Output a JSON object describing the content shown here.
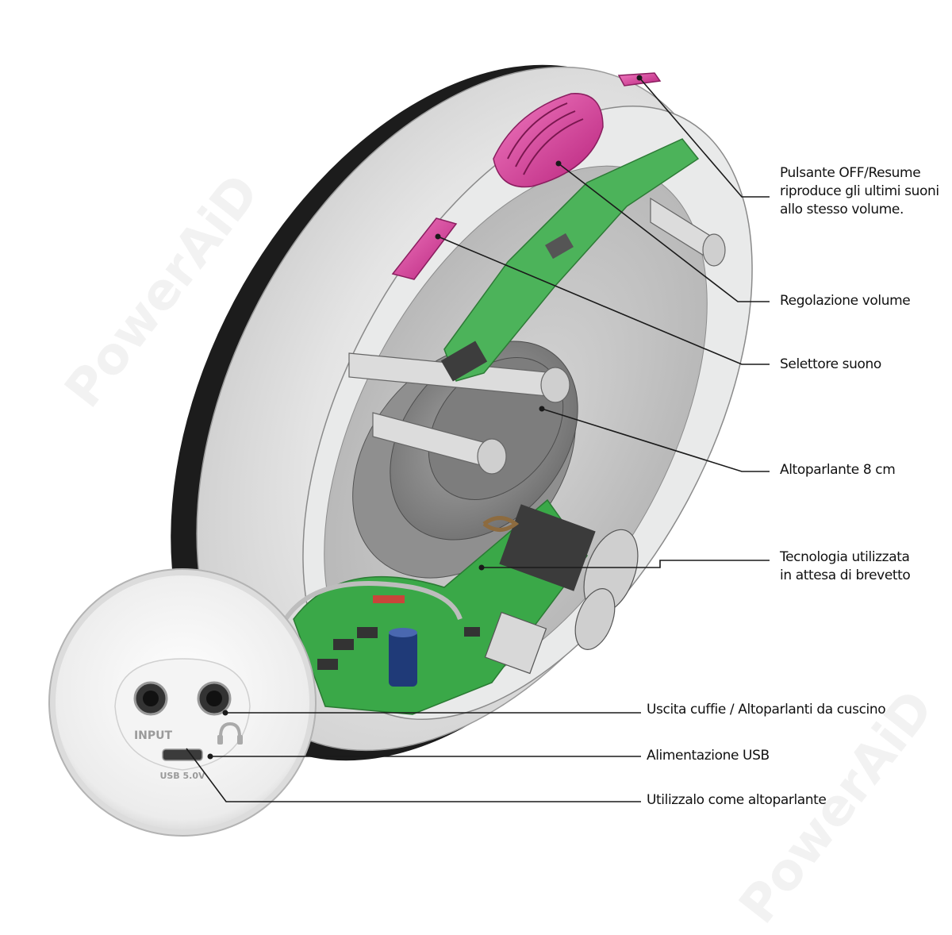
{
  "watermark": "PowerAiD",
  "jack_labels": {
    "input": "INPUT",
    "usb": "USB 5.0V"
  },
  "callouts": [
    {
      "id": "off-resume",
      "lines": [
        "Pulsante OFF/Resume",
        "riproduce gli ultimi suoni",
        "allo stesso volume."
      ]
    },
    {
      "id": "volume",
      "lines": [
        "Regolazione volume"
      ]
    },
    {
      "id": "sound-selector",
      "lines": [
        "Selettore suono"
      ]
    },
    {
      "id": "speaker",
      "lines": [
        "Altoparlante 8 cm"
      ]
    },
    {
      "id": "technology",
      "lines": [
        "Tecnologia utilizzata",
        "in attesa di brevetto"
      ]
    },
    {
      "id": "headphone-out",
      "lines": [
        "Uscita cuffie / Altoparlanti da cuscino"
      ]
    },
    {
      "id": "usb-power",
      "lines": [
        "Alimentazione USB"
      ]
    },
    {
      "id": "speaker-use",
      "lines": [
        "Utilizzalo come altoparlante"
      ]
    }
  ],
  "colors": {
    "accent_button": "#d9409a",
    "pcb": "#3aa848",
    "line": "#1a1a1a",
    "shell_edge": "#1f1f1f"
  }
}
